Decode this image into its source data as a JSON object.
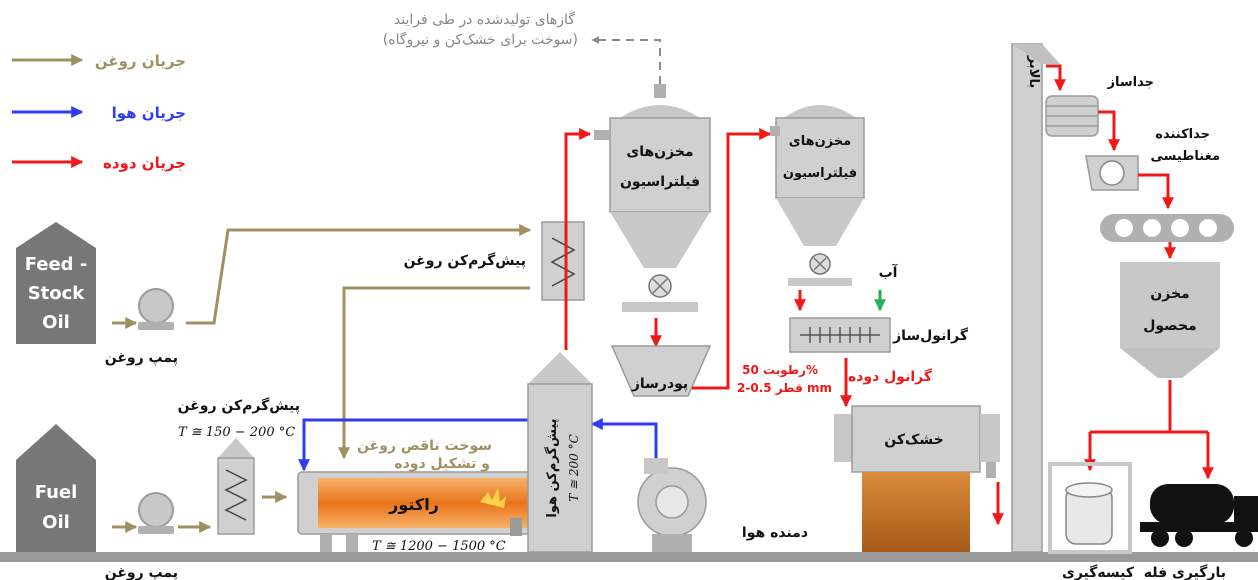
{
  "legend": {
    "oil_flow": "جریان روغن",
    "air_flow": "جریان هوا",
    "soot_flow": "جریان دوده"
  },
  "colors": {
    "oil": "#a09060",
    "air": "#2f3cf0",
    "soot": "#f01818",
    "water": "#22b24c",
    "equipment": "#c8c8c8",
    "equipment_dark": "#9a9a9a",
    "tank": "#777777",
    "furnace": "#e87a20",
    "dryer_fill": "#c9762a",
    "gas": "#8c8c8c"
  },
  "gas_note": {
    "line1": "گازهای تولیدشده در طی فرایند",
    "line2": "(سوخت برای خشک‌کن و نیروگاه)"
  },
  "tanks": {
    "feedstock": [
      "Feed -",
      "Stock",
      "Oil"
    ],
    "fuel": [
      "Fuel",
      "Oil"
    ]
  },
  "labels": {
    "oil_pump_top": "پمپ روغن",
    "oil_pump_bottom": "پمپ روغن",
    "oil_preheater_top": "پیش‌گرم‌کن روغن",
    "oil_preheater_left": "پیش‌گرم‌کن روغن",
    "preheater_temp": "T ≅ 150 − 200 °C",
    "incomplete_combustion_1": "سوخت ناقص روغن",
    "incomplete_combustion_2": "و تشکیل دوده",
    "reactor": "راکتور",
    "reactor_temp": "T ≅ 1200 − 1500 °C",
    "air_preheater": "پیش‌گرم‌کن هوا",
    "air_preheater_temp": "T ≅ 200 °C",
    "blower": "دمنده هوا",
    "filter_1_a": "مخزن‌های",
    "filter_1_b": "فیلتراسیون",
    "filter_2_a": "مخزن‌های",
    "filter_2_b": "فیلتراسیون",
    "pulverizer": "پودرساز",
    "water": "آب",
    "granulator": "گرانول‌ساز",
    "granule_label": "گرانول دوده",
    "moisture": "رطوبت 50%",
    "diameter": "قطر 0.5-2 mm",
    "dryer": "خشک‌کن",
    "elevator": "بالابر",
    "separator": "جداساز",
    "magnetic_1": "جداکننده",
    "magnetic_2": "مغناطیسی",
    "product_1": "مخزن",
    "product_2": "محصول",
    "bagging": "کیسه‌گیری",
    "bulk": "بارگیری فله"
  }
}
